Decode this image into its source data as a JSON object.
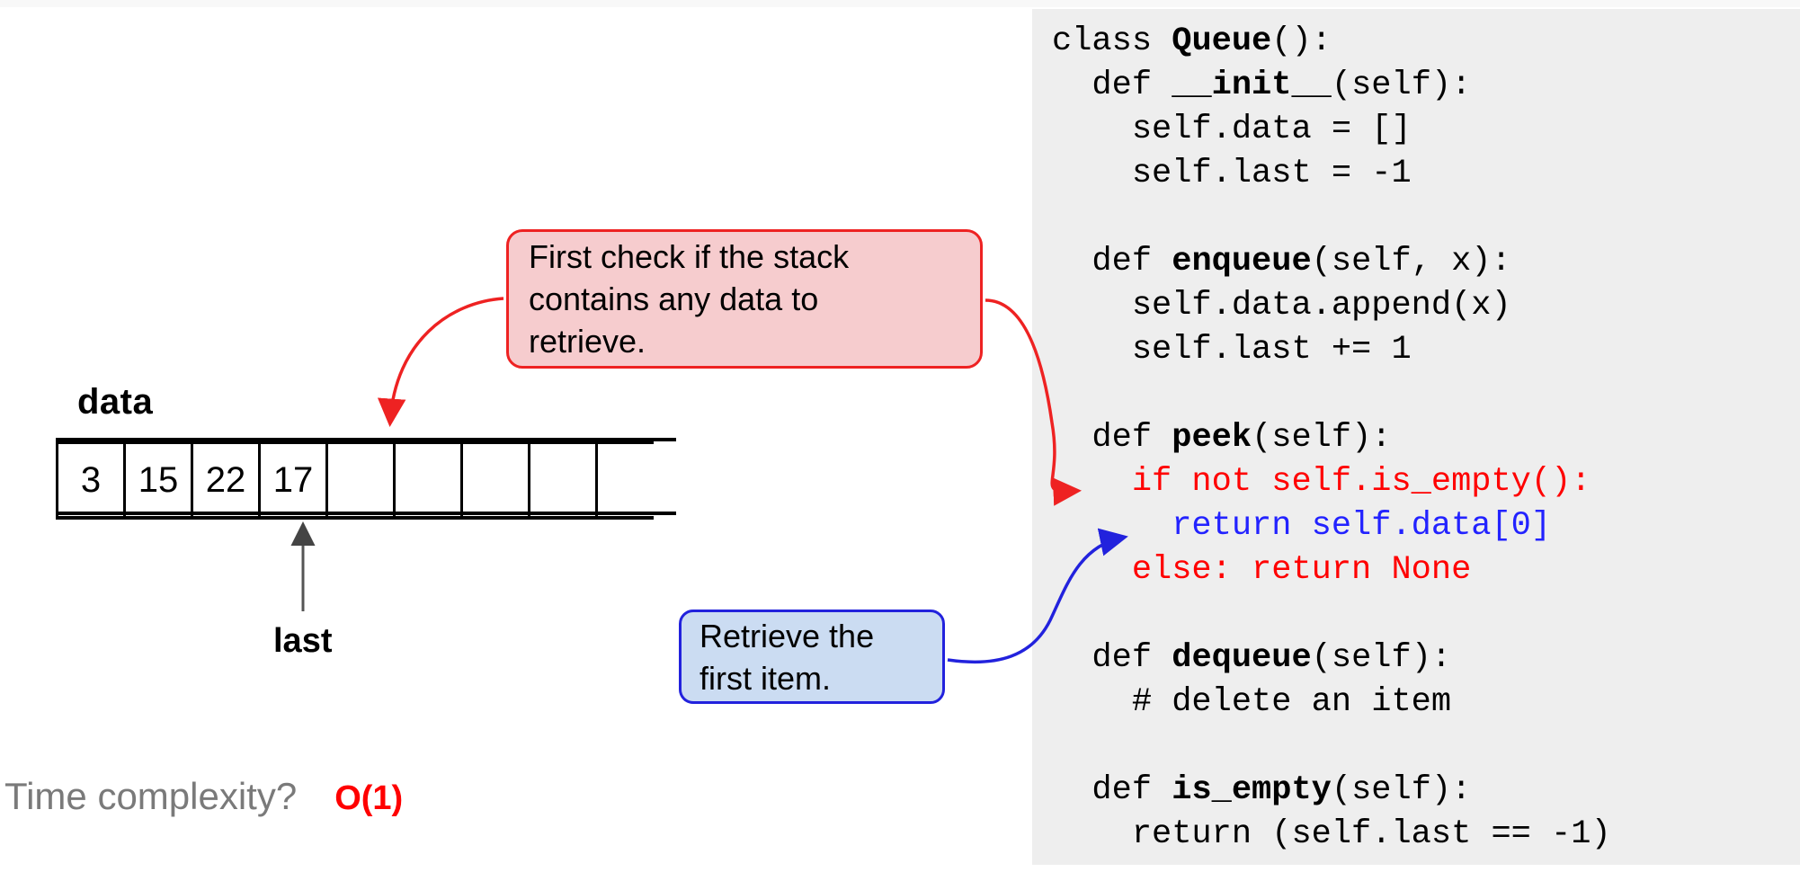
{
  "slide": {
    "title_label": "data",
    "pointer_label": "last"
  },
  "array": {
    "cells": [
      "3",
      "15",
      "22",
      "17",
      "",
      "",
      "",
      "",
      ""
    ],
    "filled_count": 4,
    "total_cells": 9,
    "last_index": 3
  },
  "callouts": [
    {
      "id": "check-empty",
      "lines": [
        "First check if the stack",
        "contains any data to",
        "retrieve."
      ],
      "fill": "#f6ccce",
      "stroke": "#ee2222"
    },
    {
      "id": "retrieve-first",
      "lines": [
        "Retrieve the",
        "first item."
      ],
      "fill": "#cbdcf2",
      "stroke": "#2222dd"
    }
  ],
  "footer": {
    "question": "Time complexity?",
    "answer": "O(1)",
    "question_color": "#7a7a7a",
    "answer_color": "#ff0000"
  },
  "code": {
    "background": "#eeeeee",
    "lines": [
      {
        "segments": [
          {
            "t": "class ",
            "b": false,
            "c": "black"
          },
          {
            "t": "Queue",
            "b": true,
            "c": "black"
          },
          {
            "t": "():",
            "b": false,
            "c": "black"
          }
        ]
      },
      {
        "segments": [
          {
            "t": "  def ",
            "b": false,
            "c": "black"
          },
          {
            "t": "__init__",
            "b": true,
            "c": "black"
          },
          {
            "t": "(self):",
            "b": false,
            "c": "black"
          }
        ]
      },
      {
        "segments": [
          {
            "t": "    self.data = []",
            "b": false,
            "c": "black"
          }
        ]
      },
      {
        "segments": [
          {
            "t": "    self.last = -1",
            "b": false,
            "c": "black"
          }
        ]
      },
      {
        "segments": [
          {
            "t": " ",
            "b": false,
            "c": "black"
          }
        ]
      },
      {
        "segments": [
          {
            "t": "  def ",
            "b": false,
            "c": "black"
          },
          {
            "t": "enqueue",
            "b": true,
            "c": "black"
          },
          {
            "t": "(self, x):",
            "b": false,
            "c": "black"
          }
        ]
      },
      {
        "segments": [
          {
            "t": "    self.data.append(x)",
            "b": false,
            "c": "black"
          }
        ]
      },
      {
        "segments": [
          {
            "t": "    self.last += 1",
            "b": false,
            "c": "black"
          }
        ]
      },
      {
        "segments": [
          {
            "t": " ",
            "b": false,
            "c": "black"
          }
        ]
      },
      {
        "segments": [
          {
            "t": "  def ",
            "b": false,
            "c": "black"
          },
          {
            "t": "peek",
            "b": true,
            "c": "black"
          },
          {
            "t": "(self):",
            "b": false,
            "c": "black"
          }
        ]
      },
      {
        "segments": [
          {
            "t": "    if not self.is_empty():",
            "b": false,
            "c": "red"
          }
        ]
      },
      {
        "segments": [
          {
            "t": "      return self.data[0]",
            "b": false,
            "c": "blue"
          }
        ]
      },
      {
        "segments": [
          {
            "t": "    else: return None",
            "b": false,
            "c": "red"
          }
        ]
      },
      {
        "segments": [
          {
            "t": " ",
            "b": false,
            "c": "black"
          }
        ]
      },
      {
        "segments": [
          {
            "t": "  def ",
            "b": false,
            "c": "black"
          },
          {
            "t": "dequeue",
            "b": true,
            "c": "black"
          },
          {
            "t": "(self):",
            "b": false,
            "c": "black"
          }
        ]
      },
      {
        "segments": [
          {
            "t": "    # delete an item",
            "b": false,
            "c": "black"
          }
        ]
      },
      {
        "segments": [
          {
            "t": " ",
            "b": false,
            "c": "black"
          }
        ]
      },
      {
        "segments": [
          {
            "t": "  def ",
            "b": false,
            "c": "black"
          },
          {
            "t": "is_empty",
            "b": true,
            "c": "black"
          },
          {
            "t": "(self):",
            "b": false,
            "c": "black"
          }
        ]
      },
      {
        "segments": [
          {
            "t": "    return (self.last == -1)",
            "b": false,
            "c": "black"
          }
        ]
      }
    ]
  },
  "arrows": [
    {
      "id": "pink-to-array",
      "color": "#ee2222"
    },
    {
      "id": "pink-to-code",
      "color": "#ee2222"
    },
    {
      "id": "blue-to-code",
      "color": "#2222dd"
    },
    {
      "id": "last-to-cell",
      "color": "#444444"
    }
  ]
}
